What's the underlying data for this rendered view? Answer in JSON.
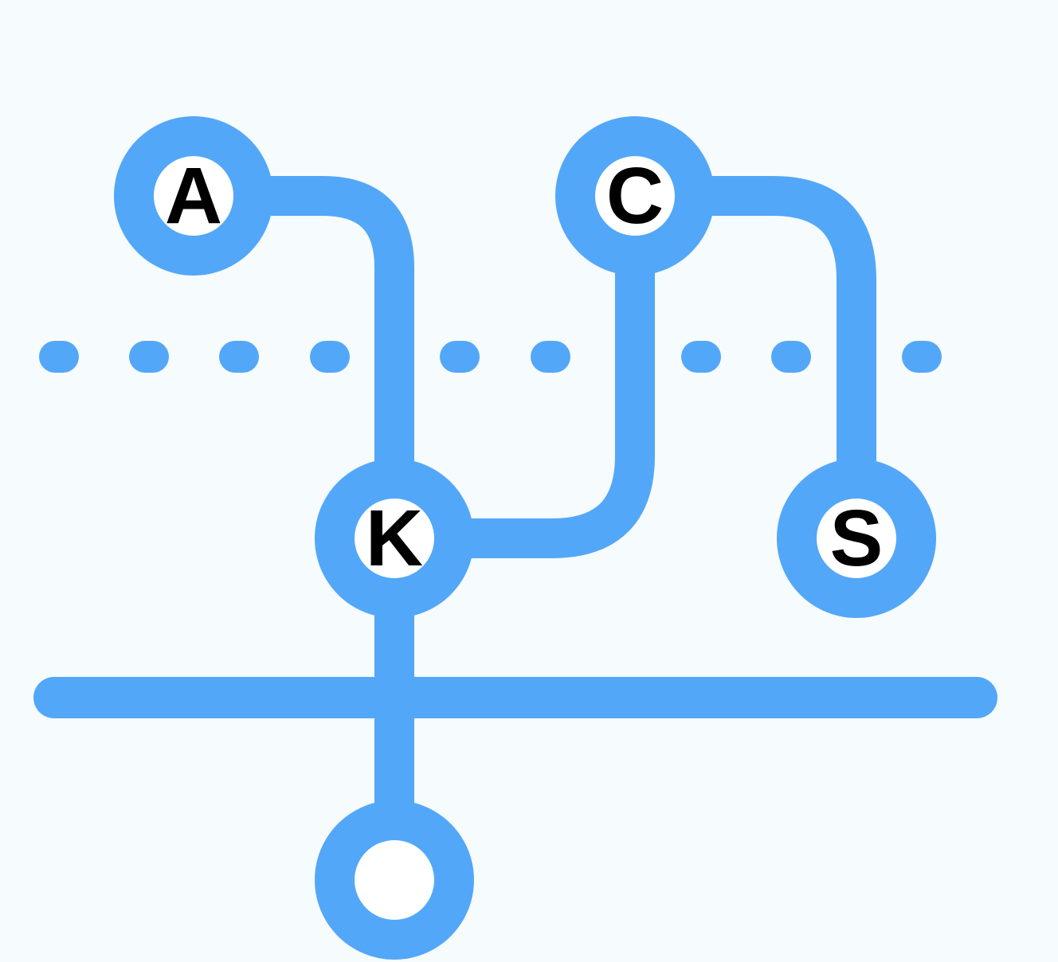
{
  "colors": {
    "background": "#f6fbfd",
    "line": "#53a7f8",
    "node_fill": "#ffffff",
    "label": "#000000"
  },
  "nodes": {
    "a": {
      "label": "A"
    },
    "c": {
      "label": "C"
    },
    "k": {
      "label": "K"
    },
    "s": {
      "label": "S"
    },
    "bottom": {
      "label": ""
    }
  }
}
